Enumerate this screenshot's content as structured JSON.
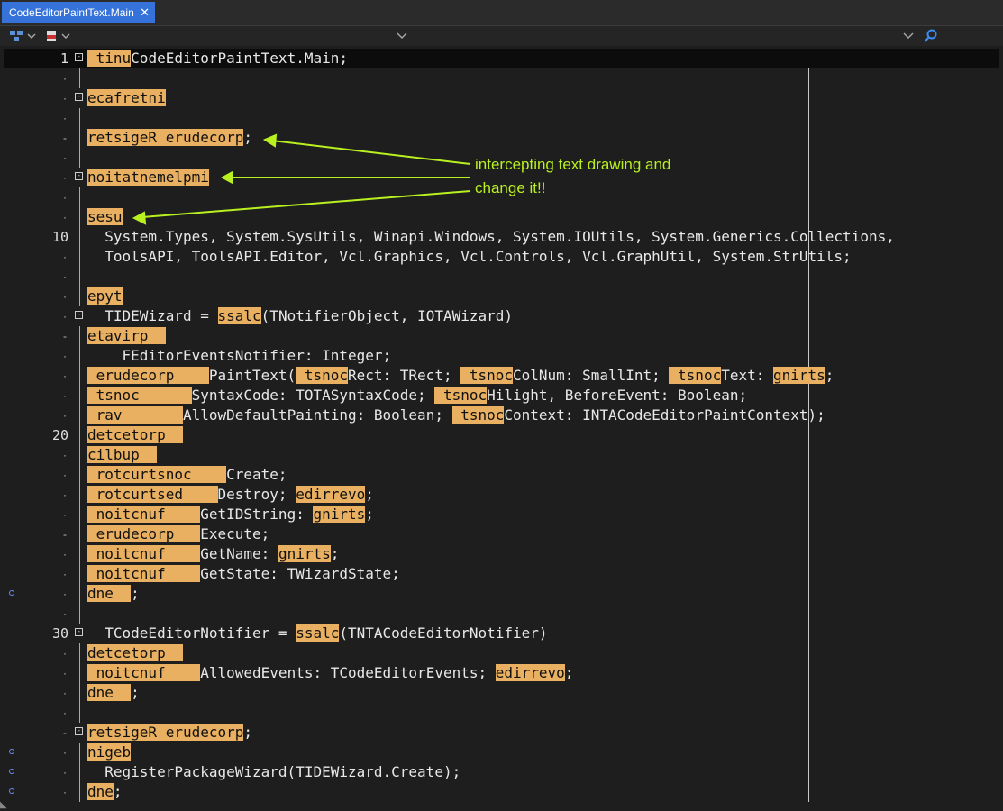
{
  "tab": {
    "title": "CodeEditorPaintText.Main",
    "close": "✕"
  },
  "annotation": {
    "line1": "intercepting text drawing and",
    "line2": "change it!!"
  },
  "lines": [
    {
      "ln": "1",
      "fold": "-",
      "segs": [
        [
          "hl",
          " tinu"
        ],
        [
          "",
          "CodeEditorPaintText.Main;"
        ]
      ],
      "cur": true
    },
    {
      "ln": "·",
      "segs": []
    },
    {
      "ln": "·",
      "fold": "-",
      "segs": [
        [
          "hl",
          "ecafretni"
        ]
      ]
    },
    {
      "ln": "·",
      "segs": []
    },
    {
      "ln": "-",
      "segs": [
        [
          "hl",
          "retsigeR erudecorp"
        ],
        [
          "",
          ";"
        ]
      ]
    },
    {
      "ln": "·",
      "segs": []
    },
    {
      "ln": "·",
      "fold": "-",
      "segs": [
        [
          "hl",
          "noitatnemelpmi"
        ]
      ]
    },
    {
      "ln": "·",
      "segs": []
    },
    {
      "ln": "·",
      "segs": [
        [
          "hl",
          "sesu"
        ]
      ]
    },
    {
      "ln": "10",
      "segs": [
        [
          "",
          "  System.Types, System.SysUtils, Winapi.Windows, System.IOUtils, System.Generics.Collections,"
        ]
      ]
    },
    {
      "ln": "·",
      "segs": [
        [
          "",
          "  ToolsAPI, ToolsAPI.Editor, Vcl.Graphics, Vcl.Controls, Vcl.GraphUtil, System.StrUtils;"
        ]
      ]
    },
    {
      "ln": "·",
      "segs": []
    },
    {
      "ln": "·",
      "segs": [
        [
          "hl",
          "epyt"
        ]
      ]
    },
    {
      "ln": "·",
      "fold": "-",
      "segs": [
        [
          "",
          "  TIDEWizard = "
        ],
        [
          "hl",
          "ssalc"
        ],
        [
          "",
          "(TNotifierObject, IOTAWizard)"
        ]
      ]
    },
    {
      "ln": "-",
      "segs": [
        [
          "hl",
          "etavirp  "
        ]
      ]
    },
    {
      "ln": "·",
      "segs": [
        [
          "",
          "    FEditorEventsNotifier: Integer;"
        ]
      ]
    },
    {
      "ln": "·",
      "segs": [
        [
          "hl",
          " erudecorp    "
        ],
        [
          "",
          "PaintText("
        ],
        [
          "hl",
          " tsnoc"
        ],
        [
          "",
          "Rect: TRect; "
        ],
        [
          "hl",
          " tsnoc"
        ],
        [
          "",
          "ColNum: SmallInt; "
        ],
        [
          "hl",
          " tsnoc"
        ],
        [
          "",
          "Text: "
        ],
        [
          "hl",
          "gnirts"
        ],
        [
          "",
          ";"
        ]
      ]
    },
    {
      "ln": "·",
      "segs": [
        [
          "hl",
          " tsnoc      "
        ],
        [
          "",
          "SyntaxCode: TOTASyntaxCode; "
        ],
        [
          "hl",
          " tsnoc"
        ],
        [
          "",
          "Hilight, BeforeEvent: Boolean;"
        ]
      ]
    },
    {
      "ln": "·",
      "segs": [
        [
          "hl",
          " rav       "
        ],
        [
          "",
          "AllowDefaultPainting: Boolean; "
        ],
        [
          "hl",
          " tsnoc"
        ],
        [
          "",
          "Context: INTACodeEditorPaintContext);"
        ]
      ]
    },
    {
      "ln": "20",
      "segs": [
        [
          "hl",
          "detcetorp  "
        ]
      ]
    },
    {
      "ln": "·",
      "segs": [
        [
          "hl",
          "cilbup  "
        ]
      ]
    },
    {
      "ln": "·",
      "segs": [
        [
          "hl",
          " rotcurtsnoc    "
        ],
        [
          "",
          "Create;"
        ]
      ]
    },
    {
      "ln": "·",
      "segs": [
        [
          "hl",
          " rotcurtsed    "
        ],
        [
          "",
          "Destroy; "
        ],
        [
          "hl",
          "edirrevo"
        ],
        [
          "",
          ";"
        ]
      ]
    },
    {
      "ln": "·",
      "segs": [
        [
          "hl",
          " noitcnuf    "
        ],
        [
          "",
          "GetIDString: "
        ],
        [
          "hl",
          "gnirts"
        ],
        [
          "",
          ";"
        ]
      ]
    },
    {
      "ln": "-",
      "segs": [
        [
          "hl",
          " erudecorp   "
        ],
        [
          "",
          "Execute;"
        ]
      ]
    },
    {
      "ln": "·",
      "segs": [
        [
          "hl",
          " noitcnuf    "
        ],
        [
          "",
          "GetName: "
        ],
        [
          "hl",
          "gnirts"
        ],
        [
          "",
          ";"
        ]
      ]
    },
    {
      "ln": "·",
      "segs": [
        [
          "hl",
          " noitcnuf    "
        ],
        [
          "",
          "GetState: TWizardState;"
        ]
      ]
    },
    {
      "ln": "·",
      "segs": [
        [
          "hl",
          "dne  "
        ],
        [
          "",
          ";"
        ]
      ],
      "bp": true
    },
    {
      "ln": "·",
      "segs": []
    },
    {
      "ln": "30",
      "fold": "-",
      "segs": [
        [
          "",
          "  TCodeEditorNotifier = "
        ],
        [
          "hl",
          "ssalc"
        ],
        [
          "",
          "(TNTACodeEditorNotifier)"
        ]
      ]
    },
    {
      "ln": "·",
      "segs": [
        [
          "hl",
          "detcetorp  "
        ]
      ]
    },
    {
      "ln": "·",
      "segs": [
        [
          "hl",
          " noitcnuf    "
        ],
        [
          "",
          "AllowedEvents: TCodeEditorEvents; "
        ],
        [
          "hl",
          "edirrevo"
        ],
        [
          "",
          ";"
        ]
      ]
    },
    {
      "ln": "·",
      "segs": [
        [
          "hl",
          "dne  "
        ],
        [
          "",
          ";"
        ]
      ]
    },
    {
      "ln": "·",
      "segs": []
    },
    {
      "ln": "-",
      "fold": "-",
      "segs": [
        [
          "hl",
          "retsigeR erudecorp"
        ],
        [
          "",
          ";"
        ]
      ]
    },
    {
      "ln": "·",
      "segs": [
        [
          "hl",
          "nigeb"
        ]
      ],
      "bp": true
    },
    {
      "ln": "·",
      "segs": [
        [
          "",
          "  RegisterPackageWizard(TIDEWizard.Create);"
        ]
      ],
      "bp": true
    },
    {
      "ln": "·",
      "segs": [
        [
          "hl",
          "dne"
        ],
        [
          "",
          ";"
        ]
      ],
      "bp": true
    }
  ]
}
